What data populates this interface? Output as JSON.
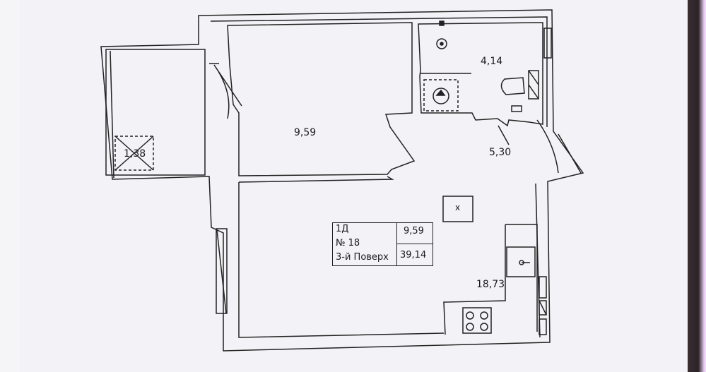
{
  "plan": {
    "apartment_type": "1Д",
    "apartment_number": "№ 18",
    "floor": "3-й Поверх",
    "living_area": "9,59",
    "total_area": "39,14"
  },
  "rooms": {
    "balcony": "1,38",
    "bedroom": "9,59",
    "bathroom": "4,14",
    "hallway": "5,30",
    "kitchen_living": "18,73"
  },
  "symbols": {
    "ventilation_shaft": "x"
  },
  "colors": {
    "line": "#222222",
    "paper": "#f3f2f6",
    "background": "#2b2326",
    "accent_edge": "#e6c9f0"
  },
  "icons": [
    "stove-icon",
    "sink-icon",
    "toilet-icon",
    "shower-tray-icon",
    "riser-icon",
    "window-icon",
    "door-swing-icon"
  ]
}
